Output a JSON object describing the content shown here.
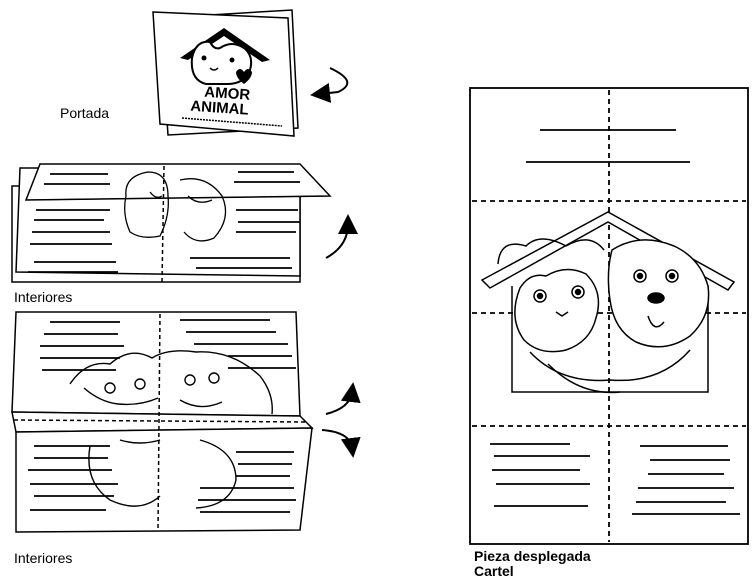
{
  "cover": {
    "title_line1": "AMOR",
    "title_line2": "ANIMAL"
  },
  "labels": {
    "cover": "Portada",
    "interiors_1": "Interiores",
    "interiors_2": "Interiores",
    "unfolded_line1": "Pieza desplegada",
    "unfolded_line2": "Cartel"
  },
  "colors": {
    "ink": "#000000",
    "paper": "#ffffff"
  }
}
